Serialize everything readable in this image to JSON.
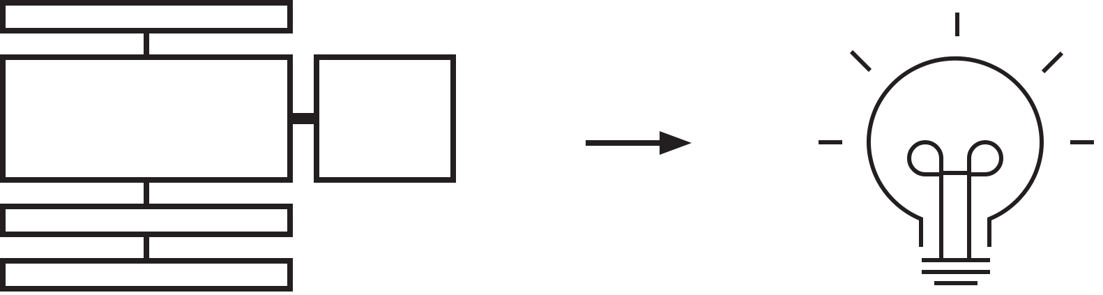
{
  "diagram": {
    "stroke_color": "#231f20",
    "background_color": "#ffffff",
    "left_group": {
      "nodes": [
        {
          "id": "box-top",
          "label": ""
        },
        {
          "id": "box-main",
          "label": ""
        },
        {
          "id": "box-side",
          "label": ""
        },
        {
          "id": "box-lower-1",
          "label": ""
        },
        {
          "id": "box-lower-2",
          "label": ""
        }
      ],
      "connections": [
        {
          "from": "box-top",
          "to": "box-main"
        },
        {
          "from": "box-main",
          "to": "box-side"
        },
        {
          "from": "box-main",
          "to": "box-lower-1"
        },
        {
          "from": "box-lower-1",
          "to": "box-lower-2"
        }
      ]
    },
    "transition": {
      "icon": "arrow-right-icon"
    },
    "result": {
      "icon": "lightbulb-icon",
      "ray_count": 5
    }
  }
}
